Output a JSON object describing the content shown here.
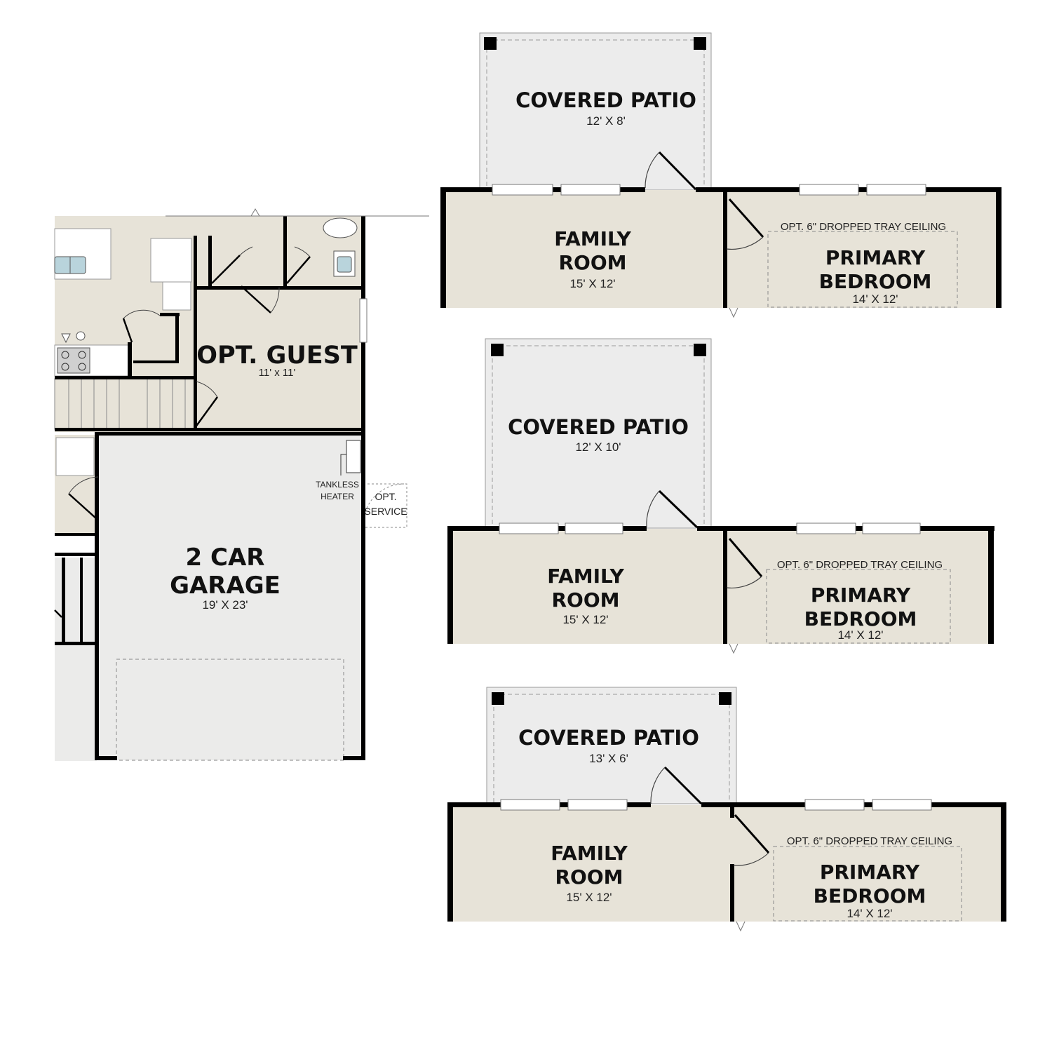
{
  "colors": {
    "living": "#e7e3d8",
    "patio": "#ececec",
    "garage": "#ebebea",
    "wall": "#000000",
    "dash": "#8a8a8a",
    "window": "#ffffff"
  },
  "main_plan": {
    "guest": {
      "name": "OPT. GUEST",
      "size": "11' x 11'"
    },
    "garage": {
      "name_line1": "2 CAR",
      "name_line2": "GARAGE",
      "size": "19' X 23'"
    },
    "tankless": {
      "line1": "TANKLESS",
      "line2": "HEATER"
    },
    "service": {
      "line1": "OPT.",
      "line2": "SERVICE"
    }
  },
  "options": [
    {
      "patio": {
        "name": "COVERED PATIO",
        "size": "12' X 8'"
      },
      "family": {
        "line1": "FAMILY",
        "line2": "ROOM",
        "size": "15' X 12'"
      },
      "tray": "OPT. 6\" DROPPED TRAY CEILING",
      "bedroom": {
        "line1": "PRIMARY",
        "line2": "BEDROOM",
        "size": "14' X 12'"
      }
    },
    {
      "patio": {
        "name": "COVERED PATIO",
        "size": "12' X 10'"
      },
      "family": {
        "line1": "FAMILY",
        "line2": "ROOM",
        "size": "15' X 12'"
      },
      "tray": "OPT. 6\" DROPPED TRAY CEILING",
      "bedroom": {
        "line1": "PRIMARY",
        "line2": "BEDROOM",
        "size": "14' X 12'"
      }
    },
    {
      "patio": {
        "name": "COVERED PATIO",
        "size": "13' X 6'"
      },
      "family": {
        "line1": "FAMILY",
        "line2": "ROOM",
        "size": "15' X 12'"
      },
      "tray": "OPT. 6\" DROPPED TRAY CEILING",
      "bedroom": {
        "line1": "PRIMARY",
        "line2": "BEDROOM",
        "size": "14' X 12'"
      }
    }
  ]
}
